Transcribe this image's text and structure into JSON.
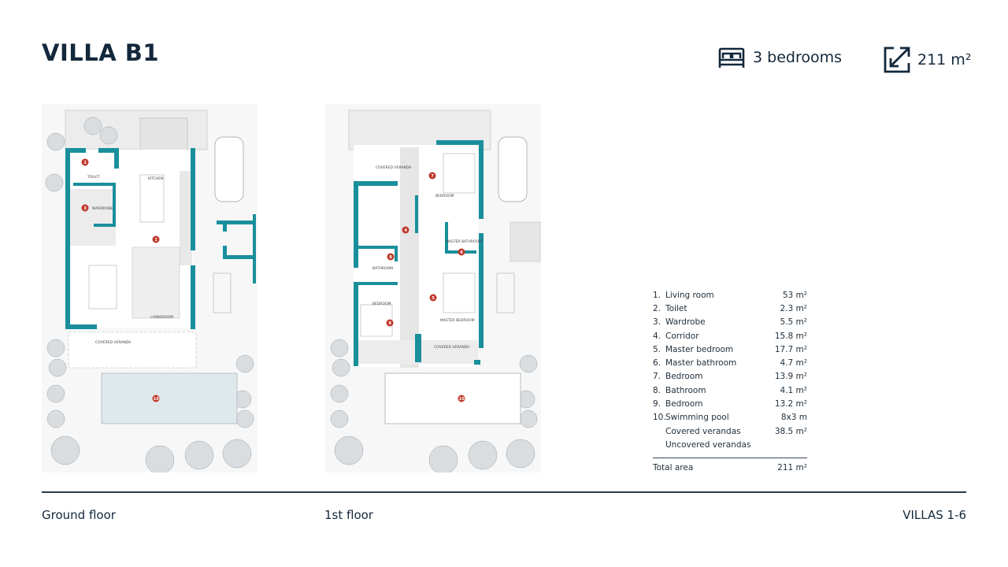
{
  "header": {
    "title": "VILLA B1",
    "bedrooms": "3 bedrooms",
    "area": "211 m²",
    "icons": {
      "bedrooms": "bed-icon",
      "area": "resize-arrow-icon"
    }
  },
  "colors": {
    "wall": "#1a8f9c",
    "marker": "#c0392b",
    "text": "#13283b",
    "pool": "#dfe9ec"
  },
  "plans": {
    "ground": {
      "caption": "Ground floor",
      "labels": {
        "toilet": "TOILET",
        "kitchen": "KITCHEN",
        "wardrobe": "WARDROBE",
        "livingroom": "LIVINGROOM",
        "veranda": "COVERED VERANDA"
      },
      "markers": [
        "1",
        "2",
        "3",
        "10"
      ]
    },
    "first": {
      "caption": "1st floor",
      "labels": {
        "covered_veranda_top": "COVERED VERANDA",
        "bedroom7": "BEDROOM",
        "master_bath": "MASTER BATHROOM",
        "bathroom": "BATHROOM",
        "bedroom9": "BEDROOM",
        "master_bedroom": "MASTER BEDROOM",
        "covered_veranda_bottom": "COVERED VERANDA"
      },
      "markers": [
        "4",
        "5",
        "6",
        "7",
        "8",
        "9",
        "10"
      ]
    }
  },
  "legend": {
    "items": [
      {
        "num": "1.",
        "name": "Living room",
        "value": "53 m²"
      },
      {
        "num": "2.",
        "name": "Toilet",
        "value": "2.3 m²"
      },
      {
        "num": "3.",
        "name": "Wardrobe",
        "value": "5.5 m²"
      },
      {
        "num": "4.",
        "name": "Corridor",
        "value": "15.8 m²"
      },
      {
        "num": "5.",
        "name": "Master bedroom",
        "value": "17.7 m²"
      },
      {
        "num": "6.",
        "name": "Master bathroom",
        "value": "4.7 m²"
      },
      {
        "num": "7.",
        "name": "Bedroom",
        "value": "13.9 m²"
      },
      {
        "num": "8.",
        "name": "Bathroom",
        "value": "4.1 m²"
      },
      {
        "num": "9.",
        "name": "Bedroom",
        "value": "13.2 m²"
      },
      {
        "num": "10.",
        "name": "Swimming pool",
        "value": "8x3 m"
      },
      {
        "num": "",
        "name": "Covered verandas",
        "value": "38.5 m²"
      },
      {
        "num": "",
        "name": "Uncovered verandas",
        "value": ""
      }
    ],
    "total_label": "Total area",
    "total_value": "211 m²"
  },
  "footer": {
    "ground": "Ground floor",
    "first": "1st floor",
    "villas": "VILLAS 1-6"
  }
}
